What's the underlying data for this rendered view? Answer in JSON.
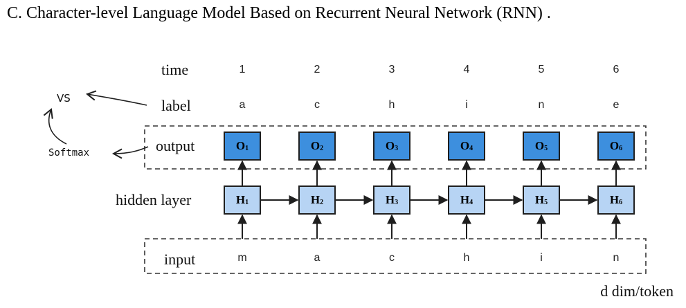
{
  "title": "C. Character-level Language Model Based on Recurrent Neural Network (RNN) .",
  "row_labels": {
    "time": "time",
    "label": "label",
    "output": "output",
    "hidden": "hidden layer",
    "input": "input"
  },
  "time_steps": [
    "1",
    "2",
    "3",
    "4",
    "5",
    "6"
  ],
  "labels": [
    "a",
    "c",
    "h",
    "i",
    "n",
    "e"
  ],
  "inputs": [
    "m",
    "a",
    "c",
    "h",
    "i",
    "n"
  ],
  "output_nodes": [
    {
      "name": "O",
      "sub": "1"
    },
    {
      "name": "O",
      "sub": "2"
    },
    {
      "name": "O",
      "sub": "3"
    },
    {
      "name": "O",
      "sub": "4"
    },
    {
      "name": "O",
      "sub": "5"
    },
    {
      "name": "O",
      "sub": "6"
    }
  ],
  "hidden_nodes": [
    {
      "name": "H",
      "sub": "1"
    },
    {
      "name": "H",
      "sub": "2"
    },
    {
      "name": "H",
      "sub": "3"
    },
    {
      "name": "H",
      "sub": "4"
    },
    {
      "name": "H",
      "sub": "5"
    },
    {
      "name": "H",
      "sub": "6"
    }
  ],
  "annotations": {
    "vs": "VS",
    "softmax": "Softmax",
    "footer": "d dim/token"
  },
  "colors": {
    "output_box": "#3d8fde",
    "hidden_box": "#b7d4f4",
    "stroke": "#1f1f1f"
  }
}
